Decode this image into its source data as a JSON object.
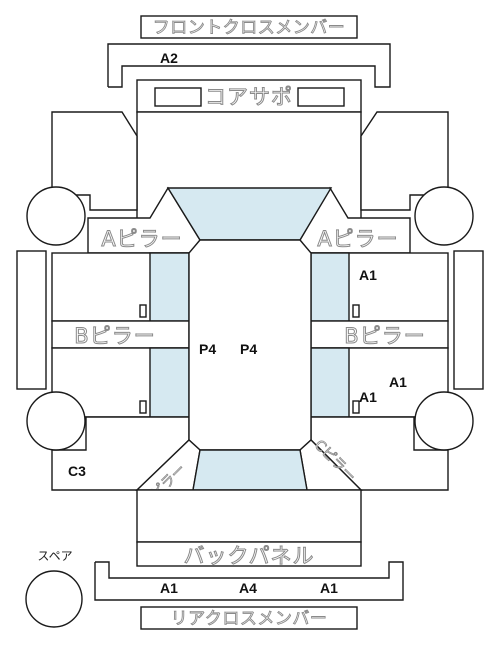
{
  "parts": {
    "front_cross_member": "フロントクロスメンバー",
    "core_support": "コアサポ",
    "a_pillar_left": "Aピラー",
    "a_pillar_right": "Aピラー",
    "b_pillar_left": "Bピラー",
    "b_pillar_right": "Bピラー",
    "c_pillar_left": "Cピラー",
    "c_pillar_right": "Cピラー",
    "back_panel": "バックパネル",
    "rear_cross_member": "リアクロスメンバー",
    "spare": "スペア"
  },
  "grades": {
    "front_member": "A2",
    "right_front_door": "A1",
    "right_rear_door": "A1",
    "right_rear_quarter": "A1",
    "roof_left": "P4",
    "roof_right": "P4",
    "left_rear_quarter": "C3",
    "rear_member_left": "A1",
    "rear_member_center": "A4",
    "rear_member_right": "A1"
  }
}
